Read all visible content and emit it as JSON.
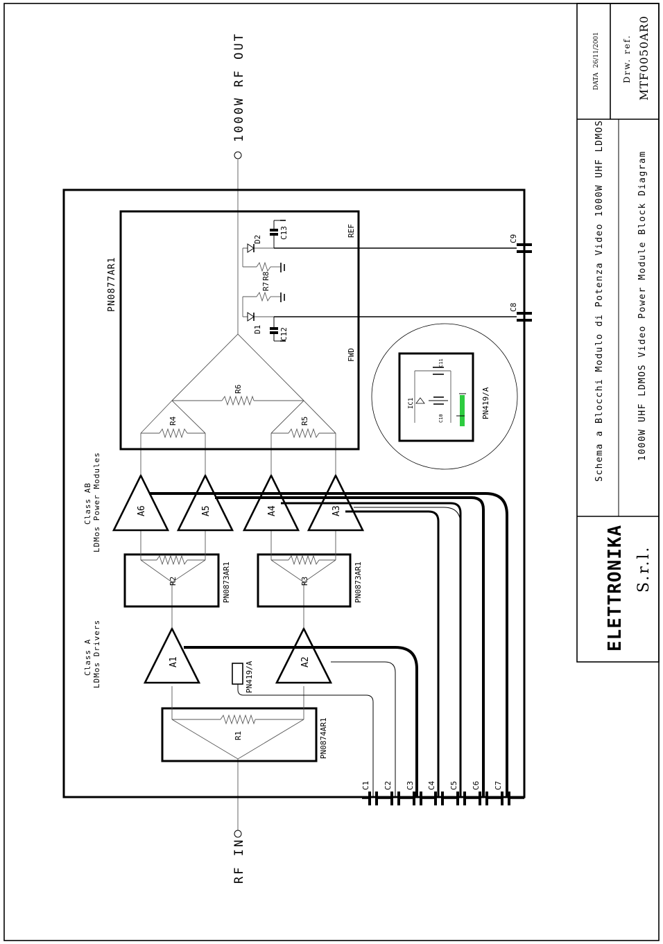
{
  "port_in": "RF IN",
  "port_out": "1000W RF OUT",
  "sections": {
    "class_a_line1": "Class A",
    "class_a_line2": "LDMos Drivers",
    "class_ab_line1": "Class AB",
    "class_ab_line2": "LDMos Power Modules"
  },
  "modules": {
    "input_splitter": "PN0874AR1",
    "driver_combiner_1": "PN0873AR1",
    "driver_combiner_2": "PN0873AR1",
    "output_combiner": "PN0877AR1",
    "bias_module": "PN419/A",
    "inset_module": "PN419/A"
  },
  "amplifiers": [
    "A1",
    "A2",
    "A3",
    "A4",
    "A5",
    "A6"
  ],
  "resistors": [
    "R1",
    "R2",
    "R3",
    "R4",
    "R5",
    "R6",
    "R7",
    "R8"
  ],
  "diodes": [
    "D1",
    "D2"
  ],
  "capacitors": [
    "C1",
    "C2",
    "C3",
    "C4",
    "C5",
    "C6",
    "C7",
    "C8",
    "C9",
    "C10",
    "C11",
    "C12",
    "C13"
  ],
  "ic": "IC1",
  "coupler": {
    "fwd": "FWD",
    "ref": "REF"
  },
  "title_block": {
    "company_logo": "ELETTRONIKA",
    "company_suffix": "S.r.l.",
    "title_it": "Schema a Blocchi Modulo di Potenza Video 1000W UHF LDMOS",
    "title_en": "1000W UHF LDMOS Video Power Module Block Diagram",
    "date_label": "DATA",
    "date": "26/11/2001",
    "ref_label": "Drw. ref.",
    "ref": "MTF0050AR0"
  }
}
